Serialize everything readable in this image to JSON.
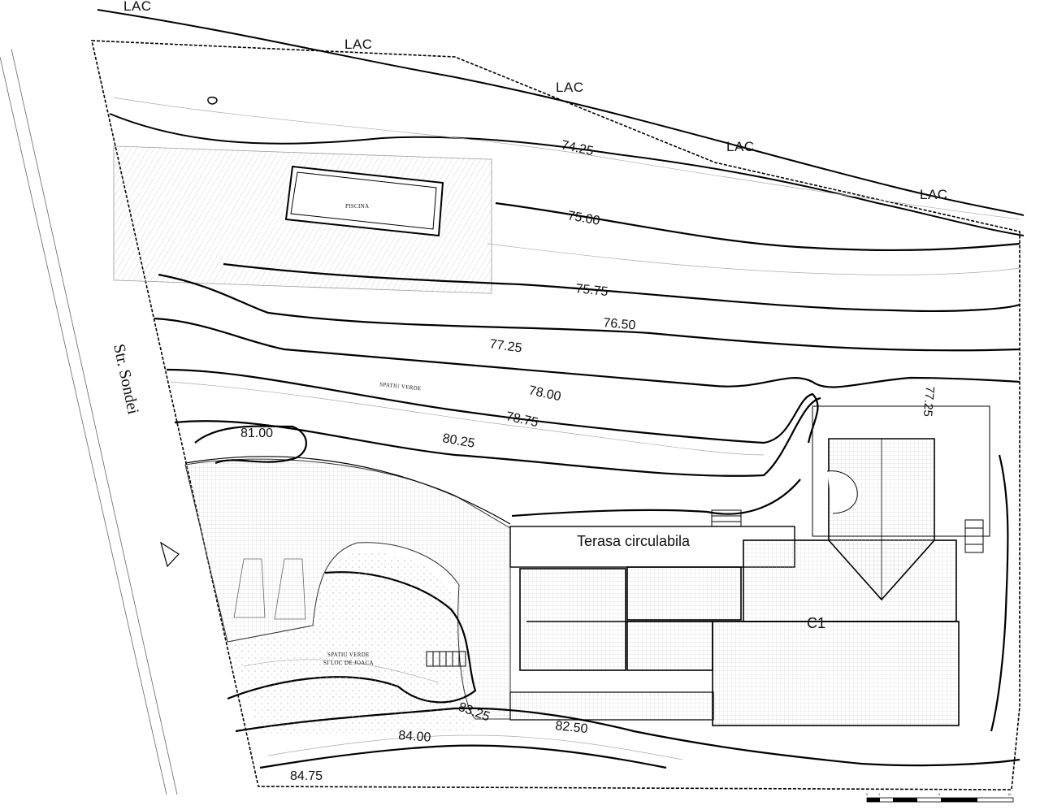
{
  "lake_labels": [
    "LAC",
    "LAC",
    "LAC",
    "LAC",
    "LAC"
  ],
  "street": "Str. Sondei",
  "pool": "PISCINA",
  "terrace": "Terasa circulabila",
  "building": "C1",
  "green_space": "SPATIU VERDE",
  "play_area": [
    "SPATIU VERDE",
    "SI LOC DE JOACA"
  ],
  "contours": [
    "74.25",
    "75.00",
    "75.75",
    "76.50",
    "77.25",
    "78.00",
    "78.75",
    "77.25",
    "80.25",
    "81.00",
    "83.25",
    "84.00",
    "82.50",
    "84.75"
  ],
  "scale": [
    "0",
    "1",
    "5",
    "10"
  ]
}
